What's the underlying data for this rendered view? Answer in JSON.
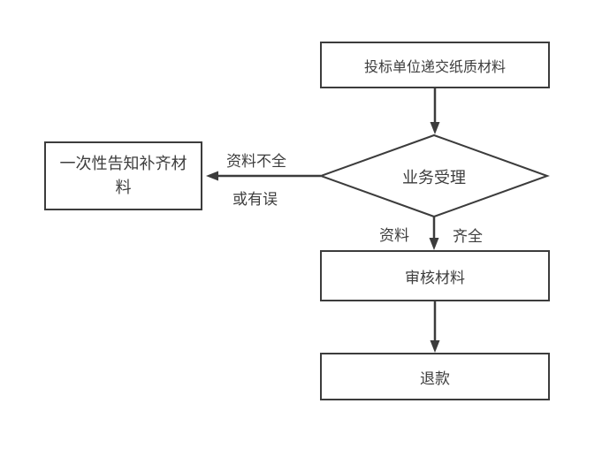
{
  "canvas": {
    "background": "#ffffff",
    "line_color": "#3c3c3c",
    "text_color": "#3d3d3d"
  },
  "flowchart": {
    "nodes": [
      {
        "id": "submit",
        "shape": "rect",
        "label": "投标单位递交纸质材料"
      },
      {
        "id": "accept",
        "shape": "diamond",
        "label": "业务受理"
      },
      {
        "id": "notify",
        "shape": "rect",
        "label": "一次性告知补齐材料"
      },
      {
        "id": "review",
        "shape": "rect",
        "label": "审核材料"
      },
      {
        "id": "refund",
        "shape": "rect",
        "label": "退款"
      }
    ],
    "edge_labels": {
      "to_notify_line1": "资料不全",
      "to_notify_line2": "或有误",
      "to_review_left": "资料",
      "to_review_right": "齐全"
    }
  }
}
